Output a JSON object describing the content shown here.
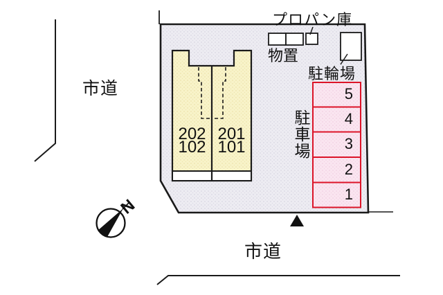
{
  "labels": {
    "road_left": "市道",
    "road_bottom": "市道",
    "propane_store": "プロパン庫",
    "shed": "物置",
    "bicycle_parking": "駐輪場",
    "car_parking": "駐車場",
    "north": "N"
  },
  "building": {
    "units": [
      {
        "upper": "202",
        "lower": "102"
      },
      {
        "upper": "201",
        "lower": "101"
      }
    ]
  },
  "parking": {
    "spaces": [
      "5",
      "4",
      "3",
      "2",
      "1"
    ]
  },
  "colors": {
    "parcel_fill": "#EDECF2",
    "building_fill": "#F8F3C9",
    "parking_space_fill": "#FAE5F0",
    "parking_space_border": "#DC1428",
    "outline": "#1A1A1A"
  }
}
